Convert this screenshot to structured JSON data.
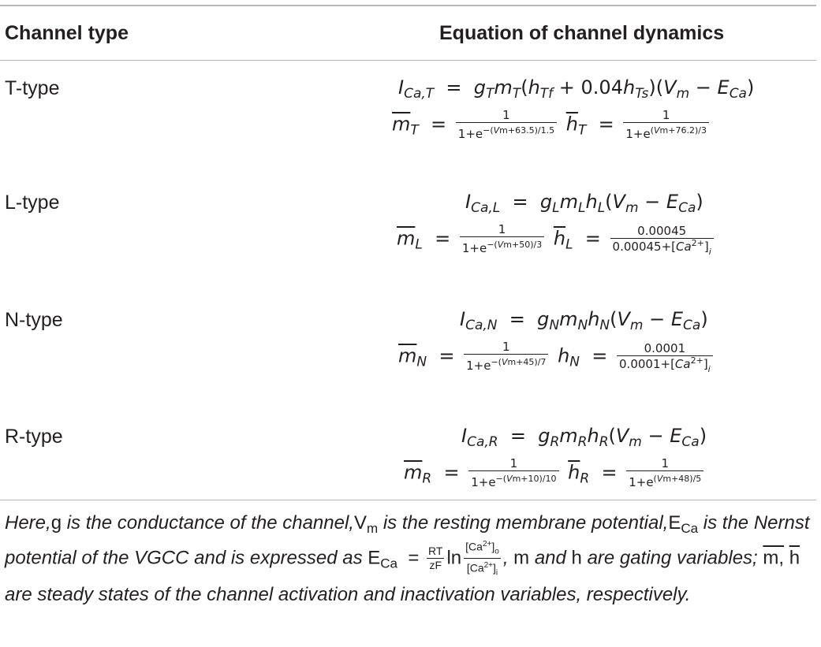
{
  "table": {
    "headers": [
      "Channel type",
      "Equation of channel dynamics"
    ],
    "rows": [
      {
        "type": "T-type"
      },
      {
        "type": "L-type"
      },
      {
        "type": "N-type"
      },
      {
        "type": "R-type"
      }
    ]
  },
  "footnote": {
    "p1": "Here,",
    "g": "g",
    "p2": " is the conductance of the channel,",
    "Vm": "V",
    "Vm_sub": "m",
    "p3": " is the resting membrane potential,",
    "E": "E",
    "E_sub": "Ca",
    "p4": "is the Nernst potential of the VGCC and is expressed as ",
    "p5": ", ",
    "m": "m",
    "p6": "and ",
    "h": "h",
    "p7": " are gating variables; ",
    "mbar": "m,",
    "hbar": "h",
    "p8": " are steady states of the channel activation and inactivation variables, respectively."
  }
}
